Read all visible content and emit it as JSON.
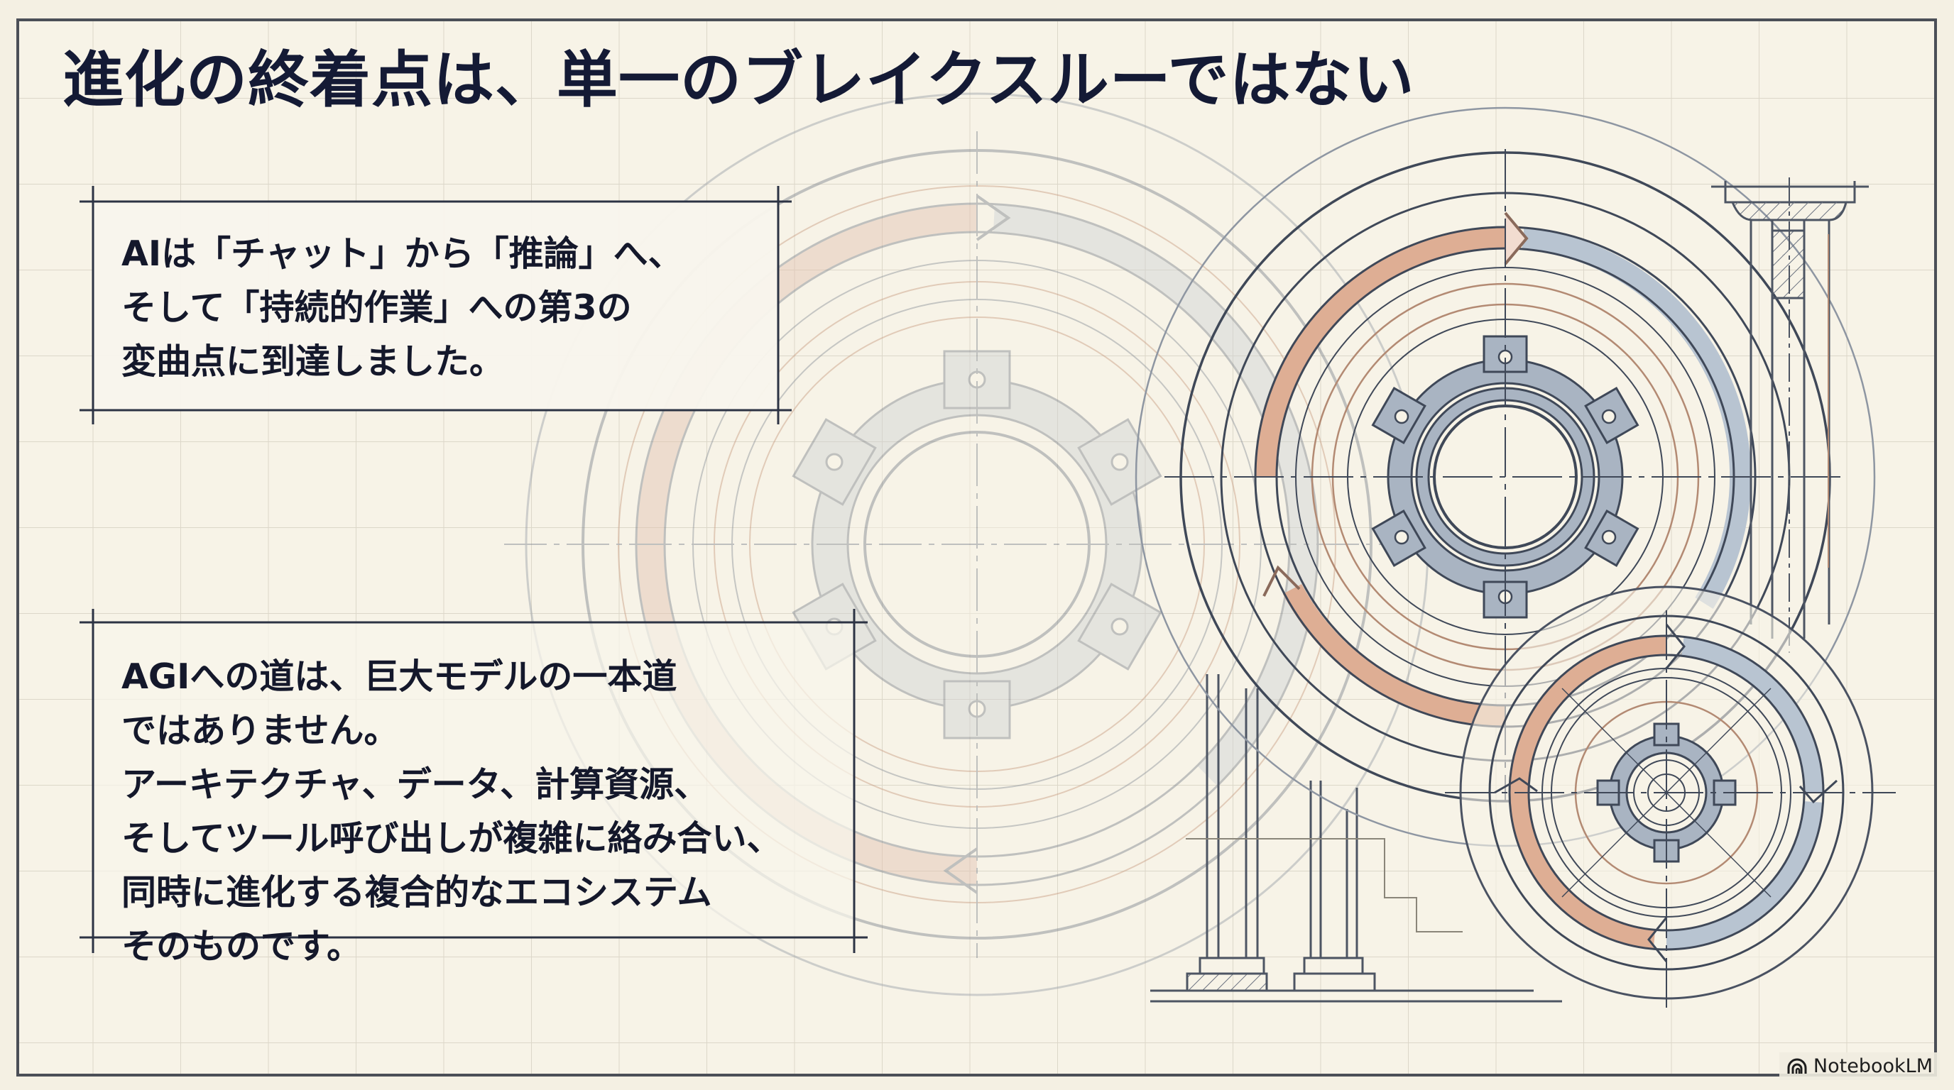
{
  "slide": {
    "title": "進化の終着点は、単一のブレイクスルーではない",
    "text_block_1": {
      "lines": [
        "AIは「チャット」から「推論」へ、",
        "そして「持続的作業」への第3の",
        "変曲点に到達しました。"
      ]
    },
    "text_block_2": {
      "lines": [
        "AGIへの道は、巨大モデルの一本道",
        "ではありません。",
        "アーキテクチャ、データ、計算資源、",
        "そしてツール呼び出しが複雑に絡み合い、",
        "同時に進化する複合的なエコシステム",
        "そのものです。"
      ]
    },
    "illustration": {
      "description": "Blueprint-style technical drawing of three interlocking gears with circular arrows and classical columns",
      "elements": [
        "large-faded-gear",
        "medium-gear",
        "small-gear",
        "column-drawing-top-right",
        "column-bases-bottom"
      ]
    }
  },
  "colors": {
    "background": "#f4f0e3",
    "grid": "#d9d5c8",
    "ink": "#1f2a44",
    "title": "#141a35",
    "text": "#14182b",
    "arrow_copper": "#d9a88c",
    "arrow_steel": "#b7c4d2",
    "gear_fill": "#a9b5c3"
  },
  "watermark": {
    "icon": "notebooklm-logo-icon",
    "label": "NotebookLM"
  }
}
